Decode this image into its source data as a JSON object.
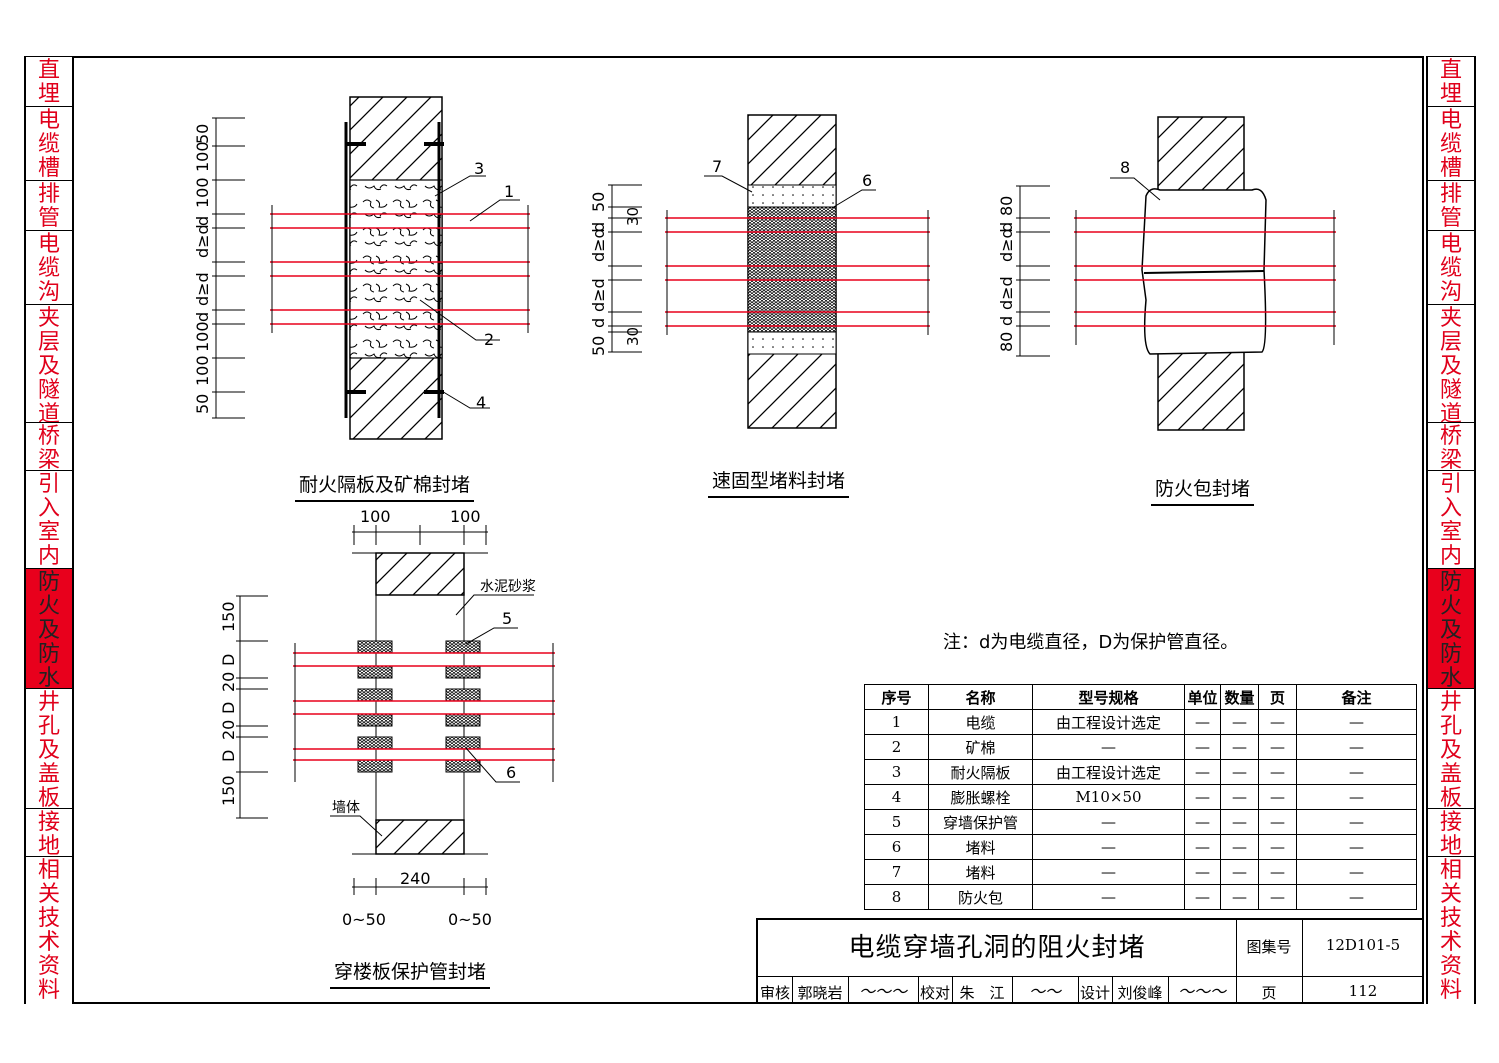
{
  "sidebar": {
    "sections": [
      {
        "label": "直埋",
        "active": false
      },
      {
        "label": "电缆槽",
        "active": false
      },
      {
        "label": "排管",
        "active": false
      },
      {
        "label": "电缆沟",
        "active": false
      },
      {
        "label": "夹层及隧道",
        "active": false
      },
      {
        "label": "桥梁",
        "active": false
      },
      {
        "label": "引入室内",
        "active": false
      },
      {
        "label": "防火及防水",
        "active": true
      },
      {
        "label": "井孔及盖板",
        "active": false
      },
      {
        "label": "接地",
        "active": false
      },
      {
        "label": "相关技术资料",
        "active": false
      }
    ]
  },
  "figures": {
    "fig1_caption": "耐火隔板及矿棉封堵",
    "fig2_caption": "速固型堵料封堵",
    "fig3_caption": "防火包封堵",
    "fig4_caption": "穿楼板保护管封堵",
    "fig1_dims": [
      "50",
      "100",
      "100",
      "d",
      "d≥d",
      "d≥d",
      "d",
      "100",
      "100",
      "50"
    ],
    "fig1_callouts": [
      "3",
      "1",
      "2",
      "4"
    ],
    "fig2_dims": [
      "50",
      "d",
      "d≥d",
      "d≥d",
      "d",
      "50"
    ],
    "fig2_dims_30": [
      "30",
      "30"
    ],
    "fig2_callouts": [
      "7",
      "6"
    ],
    "fig3_dims": [
      "80",
      "d",
      "d≥d",
      "d≥d",
      "d",
      "80"
    ],
    "fig3_callouts": [
      "8"
    ],
    "fig4_top_dims": [
      "100",
      "100"
    ],
    "fig4_left_dims": [
      "150",
      "D",
      "20",
      "D",
      "20",
      "D",
      "150"
    ],
    "fig4_bottom_dims": [
      "240",
      "0~50",
      "0~50"
    ],
    "fig4_labels": [
      "水泥砂浆",
      "5",
      "6",
      "墙体"
    ]
  },
  "note": "注：d为电缆直径，D为保护管直径。",
  "parts_table": {
    "headers": [
      "序号",
      "名称",
      "型号规格",
      "单位",
      "数量",
      "页",
      "备注"
    ],
    "rows": [
      [
        "1",
        "电缆",
        "由工程设计选定",
        "—",
        "—",
        "—",
        "—"
      ],
      [
        "2",
        "矿棉",
        "—",
        "—",
        "—",
        "—",
        "—"
      ],
      [
        "3",
        "耐火隔板",
        "由工程设计选定",
        "—",
        "—",
        "—",
        "—"
      ],
      [
        "4",
        "膨胀螺栓",
        "M10×50",
        "—",
        "—",
        "—",
        "—"
      ],
      [
        "5",
        "穿墙保护管",
        "—",
        "—",
        "—",
        "—",
        "—"
      ],
      [
        "6",
        "堵料",
        "—",
        "—",
        "—",
        "—",
        "—"
      ],
      [
        "7",
        "堵料",
        "—",
        "—",
        "—",
        "—",
        "—"
      ],
      [
        "8",
        "防火包",
        "—",
        "—",
        "—",
        "—",
        "—"
      ]
    ]
  },
  "title_block": {
    "title": "电缆穿墙孔洞的阻火封堵",
    "atlas_label": "图集号",
    "atlas_no": "12D101-5",
    "page_label": "页",
    "page_no": "112",
    "review_label": "审核",
    "reviewer": "郭晓岩",
    "check_label": "校对",
    "checker": "朱　江",
    "design_label": "设计",
    "designer": "刘俊峰"
  },
  "colors": {
    "cable": "#e8001c",
    "sidebar_text": "#e0001b",
    "active_bg": "#e8001c"
  }
}
